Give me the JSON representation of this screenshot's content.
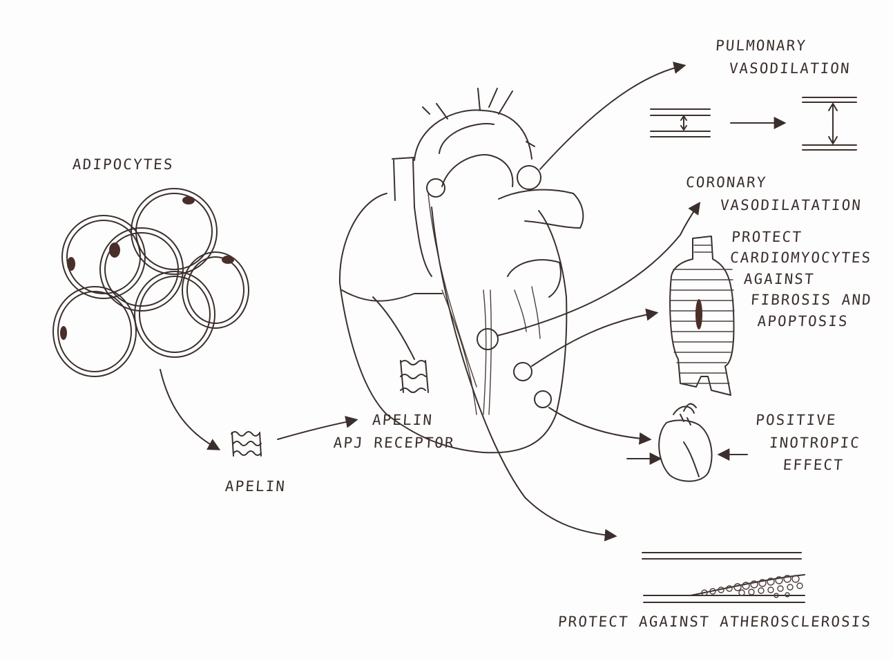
{
  "labels": {
    "adipocytes": "ADIPOCYTES",
    "apelin": "APELIN",
    "apelin_receptor_line1": "APELIN",
    "apelin_receptor_line2": "APJ RECEPTOR",
    "pulmonary_line1": "PULMONARY",
    "pulmonary_line2": "VASODILATION",
    "coronary_line1": "CORONARY",
    "coronary_line2": "VASODILATATION",
    "protect_line1": "PROTECT",
    "protect_line2": "CARDIOMYOCYTES",
    "protect_line3": "AGAINST",
    "protect_line4": "FIBROSIS AND",
    "protect_line5": "APOPTOSIS",
    "inotropic_line1": "POSITIVE",
    "inotropic_line2": "INOTROPIC",
    "inotropic_line3": "EFFECT",
    "atherosclerosis": "PROTECT AGAINST ATHEROSCLEROSIS"
  },
  "colors": {
    "ink": "#3a2f2c",
    "paper": "#fdfdfd",
    "nucleus": "#4a2e2a"
  }
}
